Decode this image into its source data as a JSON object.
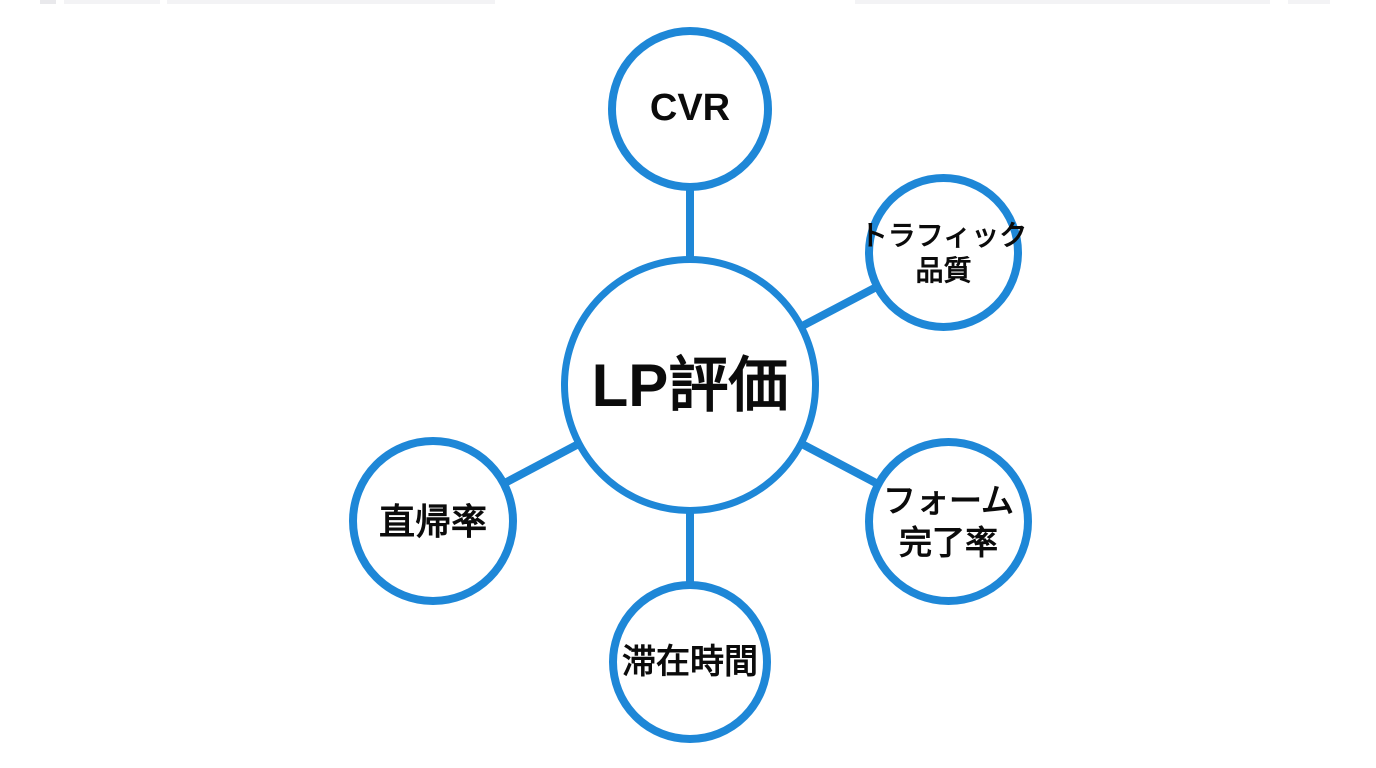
{
  "diagram": {
    "center": {
      "id": "lp-evaluation",
      "label": "LP評価"
    },
    "nodes": [
      {
        "id": "cvr",
        "label": "CVR",
        "lines": [
          "CVR"
        ]
      },
      {
        "id": "traffic-quality",
        "label": "トラフィック品質",
        "lines": [
          "トラフィック",
          "品質"
        ]
      },
      {
        "id": "form-completion-rate",
        "label": "フォーム完了率",
        "lines": [
          "フォーム",
          "完了率"
        ]
      },
      {
        "id": "time-on-page",
        "label": "滞在時間",
        "lines": [
          "滞在時間"
        ]
      },
      {
        "id": "bounce-rate",
        "label": "直帰率",
        "lines": [
          "直帰率"
        ]
      }
    ],
    "colors": {
      "node_stroke": "#1e87d7",
      "node_fill": "#ffffff",
      "label_text": "#0b0b0b",
      "background": "#ffffff",
      "top_artifact": "#f3f3f5",
      "top_artifact_dark": "#e9e9ec"
    }
  }
}
